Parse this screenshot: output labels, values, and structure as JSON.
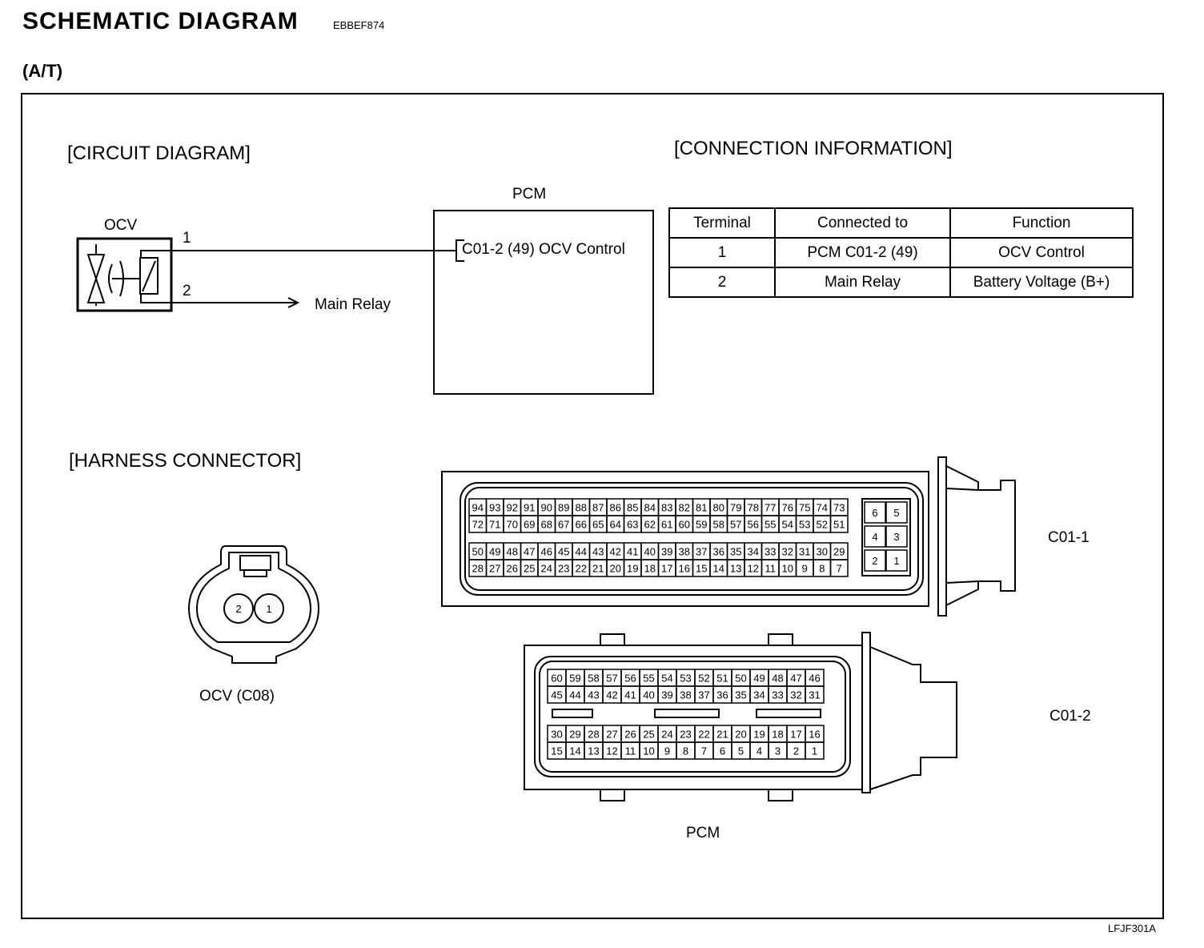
{
  "header": {
    "title": "SCHEMATIC DIAGRAM",
    "code": "EBBEF874",
    "subtitle": "(A/T)"
  },
  "circuit": {
    "heading": "[CIRCUIT DIAGRAM]",
    "ocv_label": "OCV",
    "terminal_1": "1",
    "terminal_2": "2",
    "main_relay": "Main Relay",
    "pcm_label": "PCM",
    "pcm_pin": "C01-2 (49) OCV Control"
  },
  "connection": {
    "heading": "[CONNECTION INFORMATION]",
    "columns": [
      "Terminal",
      "Connected to",
      "Function"
    ],
    "rows": [
      [
        "1",
        "PCM C01-2 (49)",
        "OCV Control"
      ],
      [
        "2",
        "Main Relay",
        "Battery Voltage (B+)"
      ]
    ]
  },
  "harness": {
    "heading": "[HARNESS CONNECTOR]",
    "ocv_connector": {
      "label": "OCV (C08)",
      "pins": [
        "2",
        "1"
      ]
    },
    "c01_1": {
      "label": "C01-1",
      "row1": [
        "94",
        "93",
        "92",
        "91",
        "90",
        "89",
        "88",
        "87",
        "86",
        "85",
        "84",
        "83",
        "82",
        "81",
        "80",
        "79",
        "78",
        "77",
        "76",
        "75",
        "74",
        "73"
      ],
      "row2": [
        "72",
        "71",
        "70",
        "69",
        "68",
        "67",
        "66",
        "65",
        "64",
        "63",
        "62",
        "61",
        "60",
        "59",
        "58",
        "57",
        "56",
        "55",
        "54",
        "53",
        "52",
        "51"
      ],
      "row3": [
        "50",
        "49",
        "48",
        "47",
        "46",
        "45",
        "44",
        "43",
        "42",
        "41",
        "40",
        "39",
        "38",
        "37",
        "36",
        "35",
        "34",
        "33",
        "32",
        "31",
        "30",
        "29"
      ],
      "row4": [
        "28",
        "27",
        "26",
        "25",
        "24",
        "23",
        "22",
        "21",
        "20",
        "19",
        "18",
        "17",
        "16",
        "15",
        "14",
        "13",
        "12",
        "11",
        "10",
        "9",
        "8",
        "7"
      ],
      "small": [
        "6",
        "5",
        "4",
        "3",
        "2",
        "1"
      ]
    },
    "c01_2": {
      "label": "C01-2",
      "row1": [
        "60",
        "59",
        "58",
        "57",
        "56",
        "55",
        "54",
        "53",
        "52",
        "51",
        "50",
        "49",
        "48",
        "47",
        "46"
      ],
      "row2": [
        "45",
        "44",
        "43",
        "42",
        "41",
        "40",
        "39",
        "38",
        "37",
        "36",
        "35",
        "34",
        "33",
        "32",
        "31"
      ],
      "row3": [
        "30",
        "29",
        "28",
        "27",
        "26",
        "25",
        "24",
        "23",
        "22",
        "21",
        "20",
        "19",
        "18",
        "17",
        "16"
      ],
      "row4": [
        "15",
        "14",
        "13",
        "12",
        "11",
        "10",
        "9",
        "8",
        "7",
        "6",
        "5",
        "4",
        "3",
        "2",
        "1"
      ]
    },
    "pcm_label": "PCM"
  },
  "figure_id": "LFJF301A"
}
